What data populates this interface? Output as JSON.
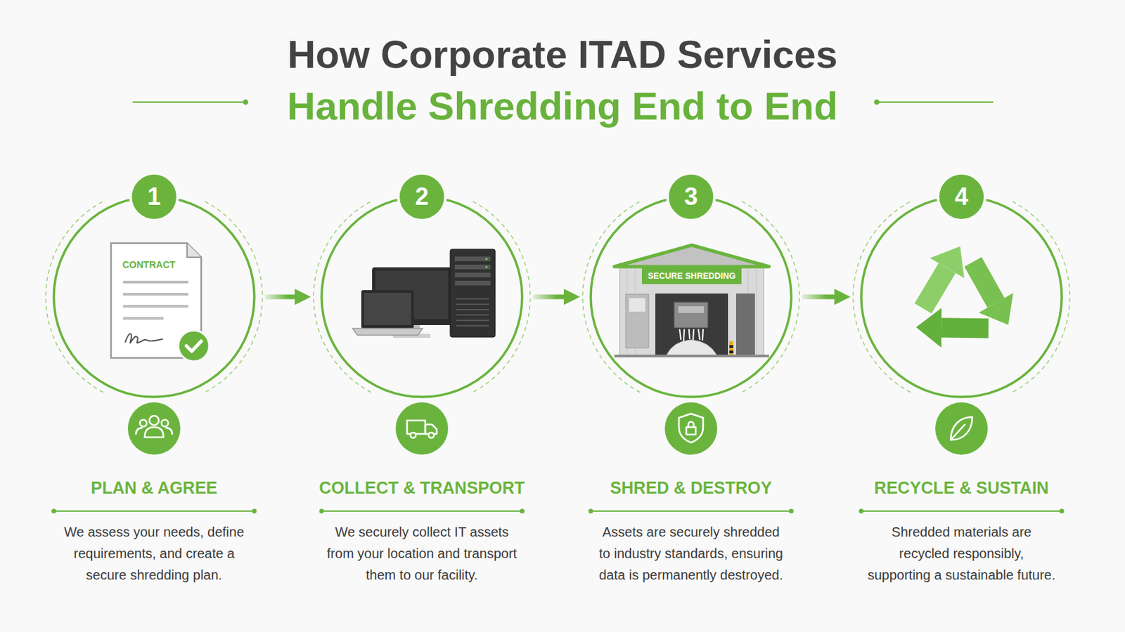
{
  "diagram": {
    "title": "How Corporate ITAD Services Handle Shredding End to End",
    "nodes": [
      {
        "text": [
          "1",
          "PLAN & AGREE",
          "We assess your needs, define requirements, and create a secure shredding plan."
        ]
      },
      {
        "text": [
          "2",
          "COLLECT & TRANSPORT",
          "We securely collect IT assets from your location and transport them to our facility."
        ]
      },
      {
        "text": [
          "3",
          "SHRED & DESTROY",
          "Assets are securely shredded to industry standards, ensuring data is permanently destroyed."
        ]
      },
      {
        "text": [
          "4",
          "RECYCLE & SUSTAIN",
          "Shredded materials are recycled responsibly, supporting a sustainable future."
        ]
      }
    ],
    "edges": [
      {
        "from": 0,
        "to": 1,
        "arrow": "to"
      },
      {
        "from": 1,
        "to": 2,
        "arrow": "to"
      },
      {
        "from": 2,
        "to": 3,
        "arrow": "to"
      }
    ],
    "labels": [
      "CONTRACT",
      "SECURE SHREDDING"
    ]
  }
}
